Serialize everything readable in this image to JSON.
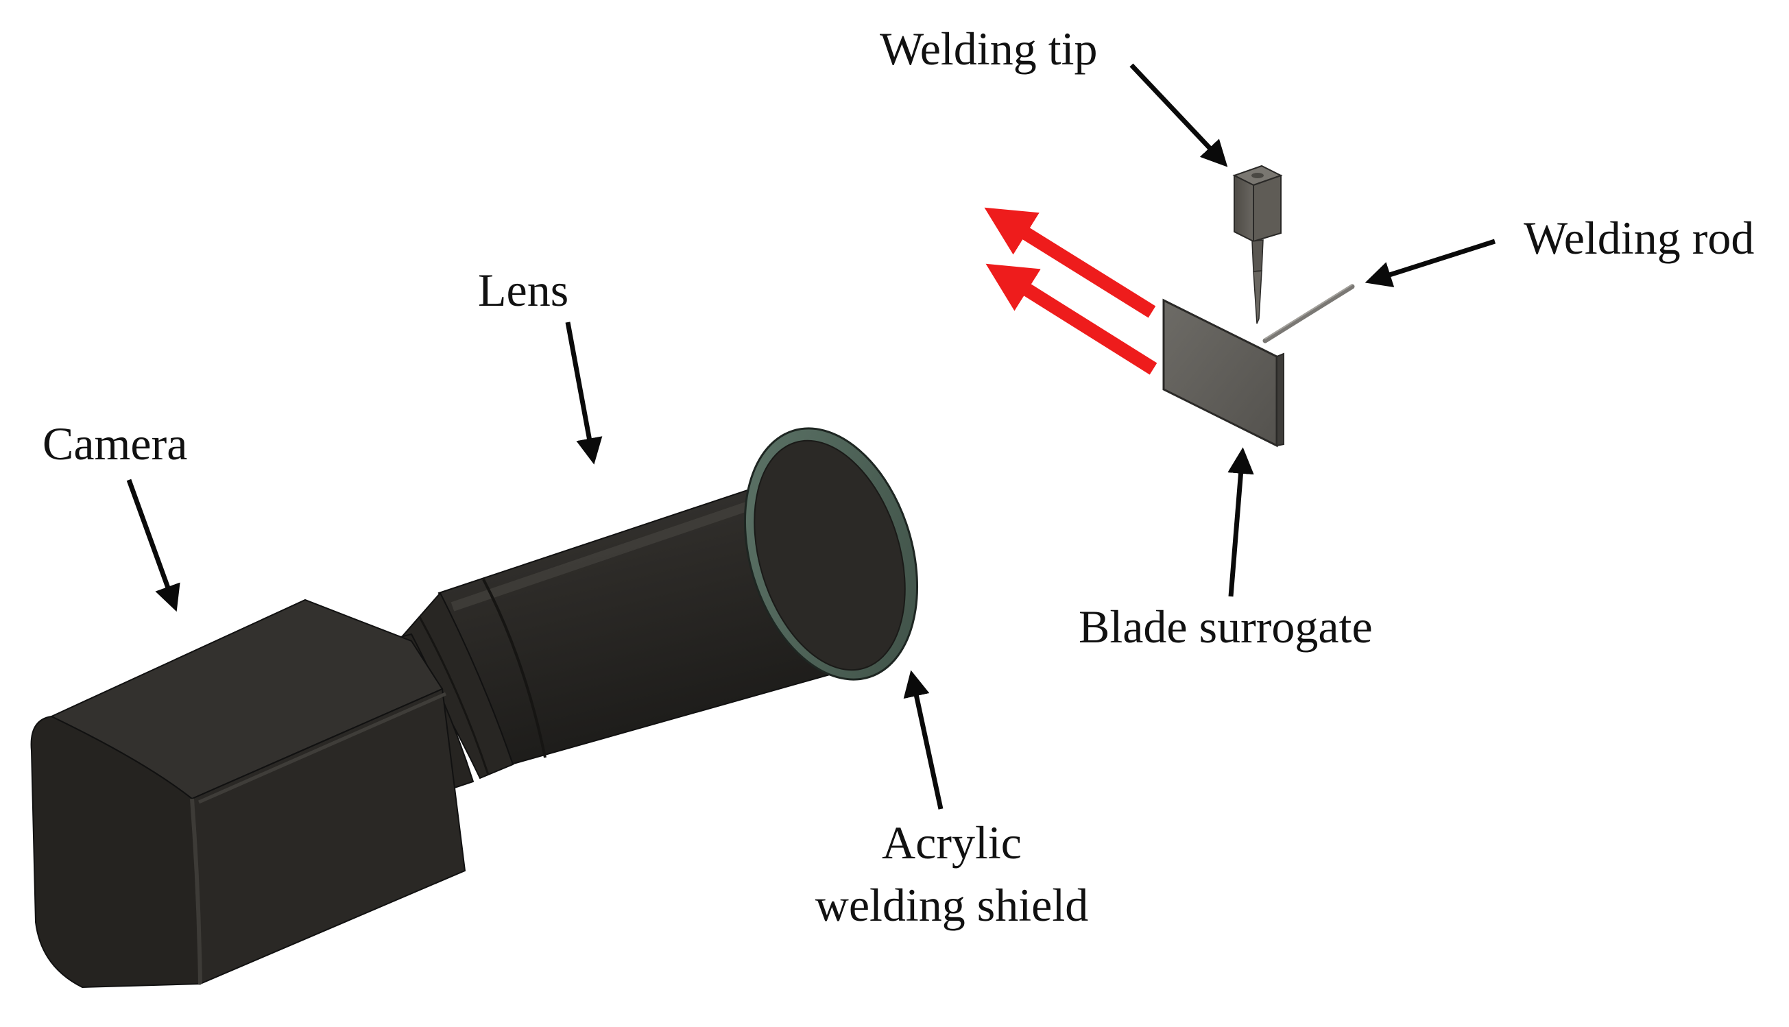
{
  "labels": {
    "welding_tip": "Welding tip",
    "welding_rod": "Welding rod",
    "lens": "Lens",
    "camera": "Camera",
    "blade_surrogate": "Blade surrogate",
    "acrylic_shield_line1": "Acrylic",
    "acrylic_shield_line2": "welding shield"
  },
  "colors": {
    "background": "#ffffff",
    "camera_body": "#2a2825",
    "lens_body": "#2d2b28",
    "shield_ring": "#4e6358",
    "blade": "#5e5c58",
    "welding_tip": "#58554f",
    "welding_rod": "#7a7874",
    "arrow": "#0a0a0a",
    "light_arrow": "#ee1c1c"
  }
}
